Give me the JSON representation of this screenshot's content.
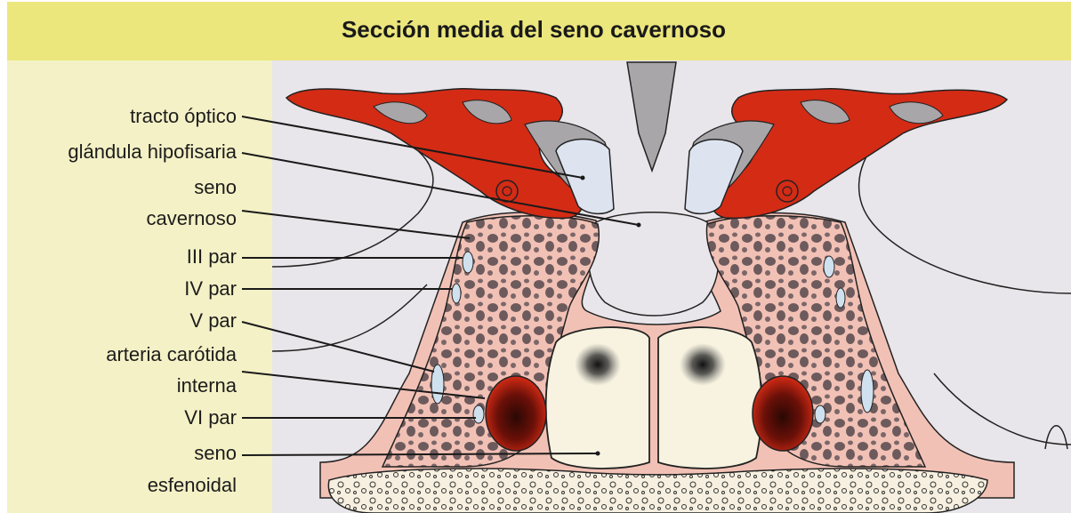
{
  "title": "Sección media del seno cavernoso",
  "labels": [
    "tracto óptico",
    "glándula hipofisaria",
    "seno",
    "cavernoso",
    "III par",
    "IV par",
    "V par",
    "arteria carótida",
    "interna",
    "VI par",
    "seno",
    "esfenoidal"
  ],
  "colors": {
    "title_band": "#ece77d",
    "label_panel": "#f4f1c6",
    "artery_red": "#d42b15",
    "sinus_pink": "#f2c1b5",
    "trabecula_dark": "#6d5a5c",
    "dura_grey": "#a8a6a8",
    "optic_light": "#dde4f0",
    "background_grey": "#e8e6ea"
  }
}
